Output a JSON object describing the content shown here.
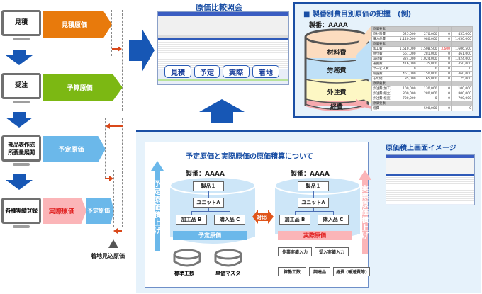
{
  "process_flow": {
    "steps": [
      {
        "name": "見積",
        "cost_label": "見積原価",
        "color": "#e87a0c"
      },
      {
        "name": "受注",
        "cost_label": "予算原価",
        "color": "#7cb813"
      },
      {
        "name_line1": "部品表作成",
        "name_line2": "所要量展開",
        "cost_label": "予定原価",
        "color": "#6bb8ea"
      },
      {
        "name": "各種実績登録",
        "cost_label": "実際原価",
        "cost_label2": "予定原価",
        "color": "#fbb5b8",
        "color2": "#6bb8ea"
      }
    ],
    "landing_label": "着地見込原価"
  },
  "comparison": {
    "title": "原価比較照会",
    "buttons": [
      "見積",
      "予定",
      "実際",
      "着地"
    ]
  },
  "breakdown": {
    "title": "■ 製番別費目別原価の把握　(例)",
    "serial": "製番：AAAA",
    "layers": [
      {
        "label": "材料費",
        "color": "#fcdcbf"
      },
      {
        "label": "労務費",
        "color": "#bfe0f7"
      },
      {
        "label": "外注費",
        "color": "#fdf7c4"
      },
      {
        "label": "経費",
        "color": "#f6a9ad"
      }
    ],
    "table_groups": [
      {
        "header": "原価要素",
        "rows": [
          [
            "原材料費",
            "525,000",
            "270,000",
            "0",
            "455,000"
          ],
          [
            "購入品費",
            "1,140,000",
            "980,000",
            "0",
            "1,050,000"
          ]
        ]
      },
      {
        "header": "原価要素",
        "rows": [
          [
            "加工費",
            "1,610,000",
            "1,508,500",
            "3,600",
            "1,606,500"
          ],
          [
            "組立費",
            "561,000",
            "281,000",
            "0",
            "461,000"
          ],
          [
            "設計費",
            "824,000",
            "1,024,000",
            "0",
            "1,824,000"
          ],
          [
            "運搬費",
            "416,000",
            "135,000",
            "0",
            "450,000"
          ],
          [
            "サービス費",
            "0",
            "0",
            "0",
            "0"
          ],
          [
            "検査費",
            "461,000",
            "150,000",
            "0",
            "460,000"
          ],
          [
            "その他",
            "85,000",
            "65,000",
            "0",
            "75,000"
          ]
        ]
      },
      {
        "header": "原価要素",
        "rows": [
          [
            "外注費(加工)",
            "100,000",
            "130,000",
            "0",
            "100,000"
          ],
          [
            "外注費(組立)",
            "800,000",
            "280,000",
            "0",
            "800,000"
          ],
          [
            "外注費(検査)",
            "700,000",
            "0",
            "0",
            "700,000"
          ]
        ]
      },
      {
        "header": "原価要素",
        "rows": [
          [
            "経費",
            "",
            "590,000",
            "0",
            "0"
          ]
        ]
      }
    ]
  },
  "calc": {
    "title": "予定原価と実際原価の原価積算について",
    "left": {
      "serial": "製番：AAAA",
      "product": "製品１",
      "unit": "ユニットA",
      "part_b": "加工品 B",
      "part_c": "購入品 C",
      "total": "予定原価",
      "sources": [
        "標準工数",
        "単価マスタ"
      ],
      "side_label": "予定原価積上げ"
    },
    "compare_label": "対比",
    "right": {
      "serial": "製番：AAAA",
      "product": "製品１",
      "unit": "ユニットA",
      "part_b": "加工品 B",
      "part_c": "購入品 C",
      "total": "実際原価",
      "inputs": [
        "作業実績入力",
        "受入実績入力"
      ],
      "sources": [
        "稼働工数",
        "調達品",
        "経費 (輸送費等)"
      ],
      "side_label": "実際原価積上げ"
    },
    "screen_image_title": "原価積上画面イメージ"
  }
}
